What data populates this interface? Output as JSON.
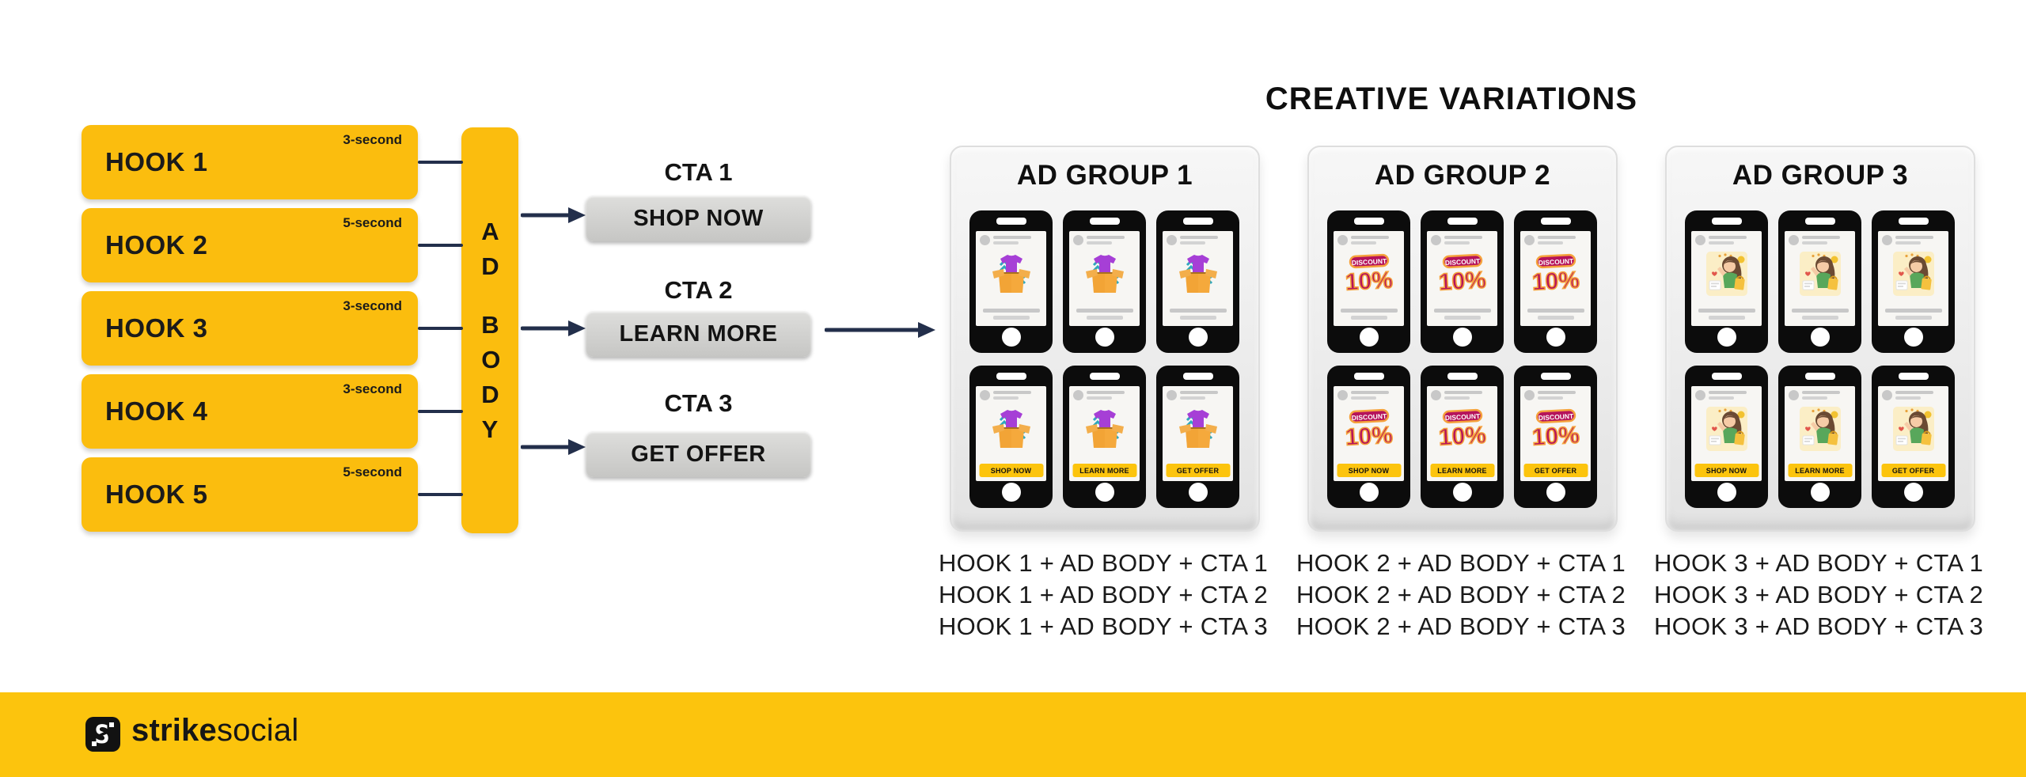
{
  "title": "CREATIVE VARIATIONS",
  "hooks": {
    "items": [
      {
        "label": "HOOK 1",
        "duration": "3-second"
      },
      {
        "label": "HOOK 2",
        "duration": "5-second"
      },
      {
        "label": "HOOK 3",
        "duration": "3-second"
      },
      {
        "label": "HOOK 4",
        "duration": "3-second"
      },
      {
        "label": "HOOK 5",
        "duration": "5-second"
      }
    ]
  },
  "ad_body": {
    "word1": "AD",
    "word2": "BODY"
  },
  "ctas": [
    {
      "title": "CTA 1",
      "button": "SHOP NOW"
    },
    {
      "title": "CTA 2",
      "button": "LEARN MORE"
    },
    {
      "title": "CTA 3",
      "button": "GET OFFER"
    }
  ],
  "discount_badge": {
    "label": "DISCOUNT",
    "value": "10%"
  },
  "ad_groups": [
    {
      "title": "AD GROUP 1",
      "creative": "box-shirt",
      "phone_ctas": [
        "SHOP NOW",
        "LEARN MORE",
        "GET OFFER"
      ],
      "combinations": [
        "HOOK 1 + AD BODY + CTA 1",
        "HOOK 1 + AD BODY + CTA 2",
        "HOOK 1 + AD BODY + CTA 3"
      ]
    },
    {
      "title": "AD GROUP 2",
      "creative": "discount-10",
      "phone_ctas": [
        "SHOP NOW",
        "LEARN MORE",
        "GET OFFER"
      ],
      "combinations": [
        "HOOK 2 + AD BODY + CTA 1",
        "HOOK 2 + AD BODY + CTA 2",
        "HOOK 2 + AD BODY + CTA 3"
      ]
    },
    {
      "title": "AD GROUP 3",
      "creative": "woman-shopper",
      "phone_ctas": [
        "SHOP NOW",
        "LEARN MORE",
        "GET OFFER"
      ],
      "combinations": [
        "HOOK 3 + AD BODY + CTA 1",
        "HOOK 3 + AD BODY + CTA 2",
        "HOOK 3 + AD BODY + CTA 3"
      ]
    }
  ],
  "footer": {
    "logo_letter": "S",
    "brand_bold": "strike",
    "brand_light": "social"
  },
  "colors": {
    "hook_yellow": "#FBBD0E",
    "footer_yellow": "#FCC40D",
    "arrow_navy": "#232F4B",
    "cta_gray": "#CBCBC9",
    "discount_magenta": "#B5135B",
    "discount_orange": "#F5A23C",
    "shirt_purple": "#A63FD6",
    "box_orange": "#F5A93C",
    "chevron_teal": "#2FA8BD"
  }
}
